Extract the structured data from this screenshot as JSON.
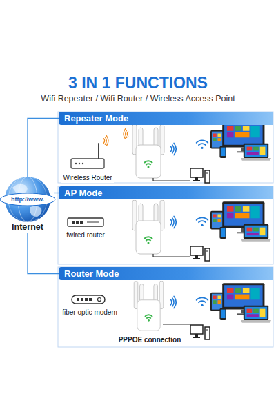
{
  "diagram": {
    "title": "3 IN 1 FUNCTIONS",
    "nodes": [
      {
        "text": [
          "http://www.",
          "Internet"
        ]
      },
      {
        "text": [
          "Repeater Mode"
        ]
      },
      {
        "text": [
          "Wireless Router"
        ]
      },
      {
        "text": [
          "AP Mode"
        ]
      },
      {
        "text": [
          "fwired router"
        ]
      },
      {
        "text": [
          "Router Mode"
        ]
      },
      {
        "text": [
          "fiber optic modem"
        ]
      }
    ],
    "edges": [
      {
        "from": 0,
        "to": 1,
        "arrow": "none"
      },
      {
        "from": 0,
        "to": 3,
        "arrow": "none"
      },
      {
        "from": 0,
        "to": 5,
        "arrow": "none"
      }
    ],
    "labels": [
      "Wifi Repeater / Wifi Router / Wireless Access Point",
      "PPPOE connection"
    ]
  }
}
